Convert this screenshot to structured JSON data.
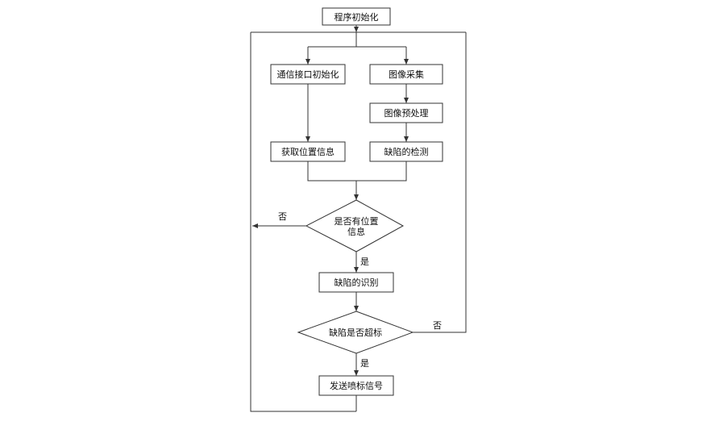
{
  "flowchart": {
    "start": "程序初始化",
    "comm_init": "通信接口初始化",
    "get_position": "获取位置信息",
    "image_capture": "图像采集",
    "image_preprocess": "图像预处理",
    "defect_detect": "缺陷的检测",
    "decision_position": {
      "line1": "是否有位置",
      "line2": "信息"
    },
    "defect_identify": "缺陷的识别",
    "decision_exceed": "缺陷是否超标",
    "send_signal": "发送喷标信号",
    "label_yes": "是",
    "label_no": "否"
  }
}
